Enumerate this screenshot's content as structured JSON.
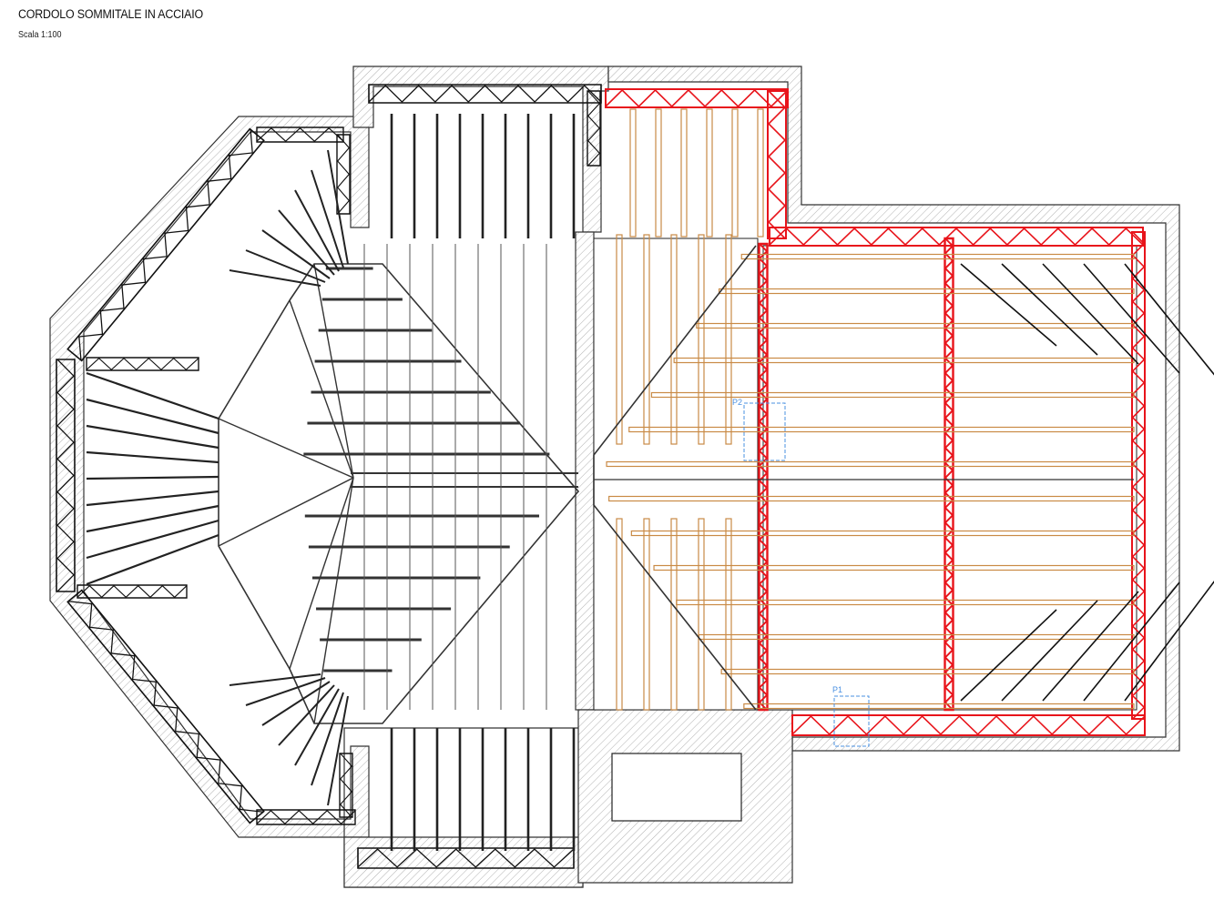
{
  "drawing": {
    "title": "CORDOLO SOMMITALE IN ACCIAIO",
    "scale": "Scala 1:100"
  },
  "markers": [
    {
      "id": "p2",
      "label": "P2"
    },
    {
      "id": "p1",
      "label": "P1"
    }
  ],
  "colors": {
    "steel_new": "#e8141b",
    "steel_existing": "#111111",
    "timber_joist": "#c98a45",
    "masonry_hatch": "#9a9a9a",
    "marker": "#4a90e2"
  }
}
